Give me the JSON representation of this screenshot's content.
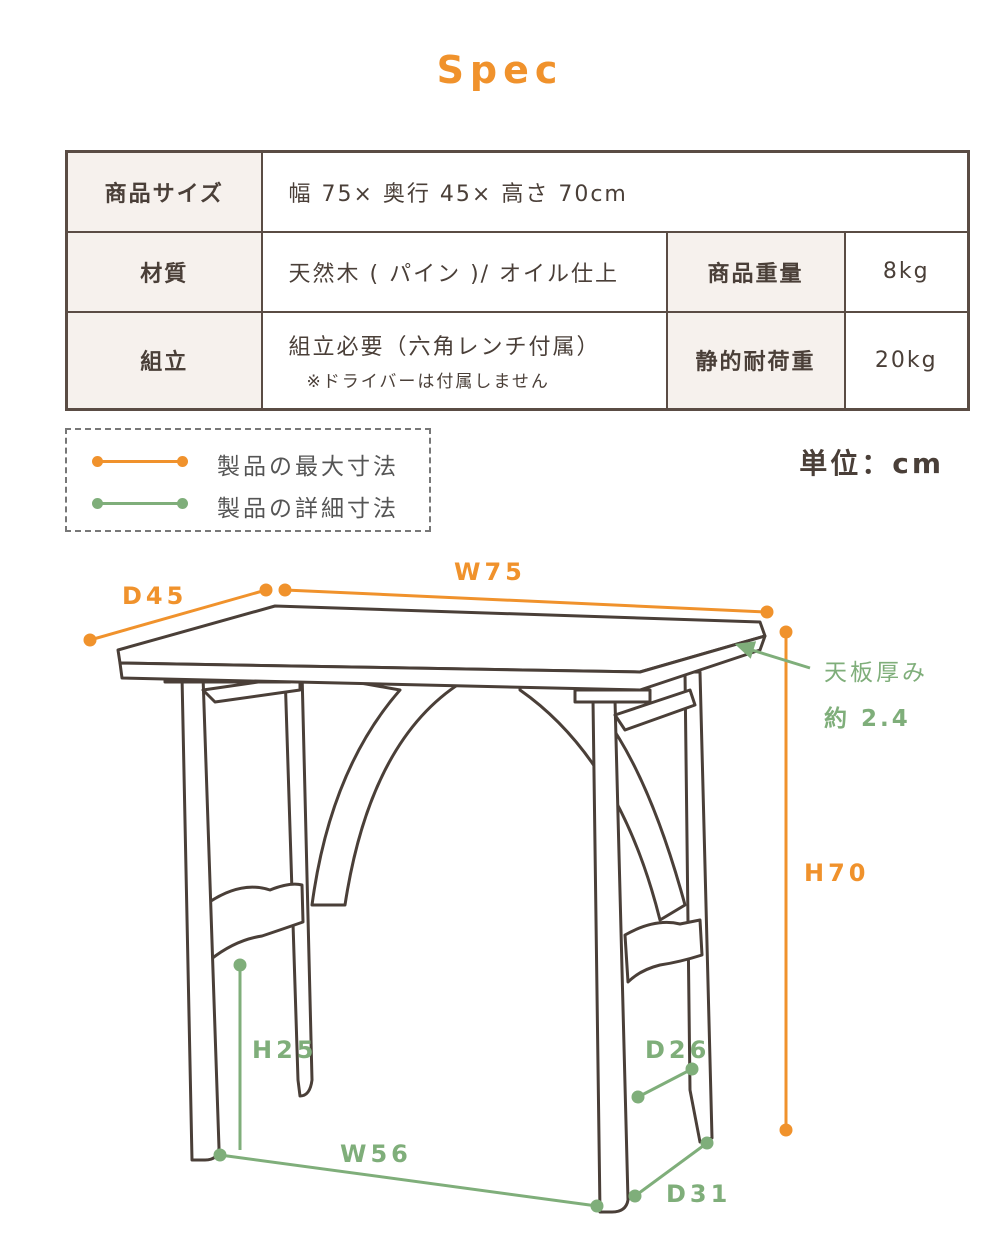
{
  "title": "Spec",
  "spec": {
    "size_label": "商品サイズ",
    "size_value": "幅 75× 奥行 45× 高さ 70cm",
    "material_label": "材質",
    "material_value": "天然木 ( パイン )/ オイル仕上",
    "weight_label": "商品重量",
    "weight_value": "8kg",
    "assembly_label": "組立",
    "assembly_value": "組立必要（六角レンチ付属）",
    "assembly_note": "※ドライバーは付属しません",
    "load_label": "静的耐荷重",
    "load_value": "20kg"
  },
  "legend": {
    "max_label": "製品の最大寸法",
    "detail_label": "製品の詳細寸法"
  },
  "unit": "単位：cm",
  "colors": {
    "max": "#f0922c",
    "detail": "#7fae7a",
    "line": "#4a3f38"
  },
  "dimensions": {
    "width": "W75",
    "depth": "D45",
    "height": "H70",
    "top_thickness_1": "天板厚み",
    "top_thickness_2": "約 2.4",
    "leg_height": "H25",
    "leg_depth_top": "D26",
    "inner_width": "W56",
    "bottom_depth": "D31"
  }
}
